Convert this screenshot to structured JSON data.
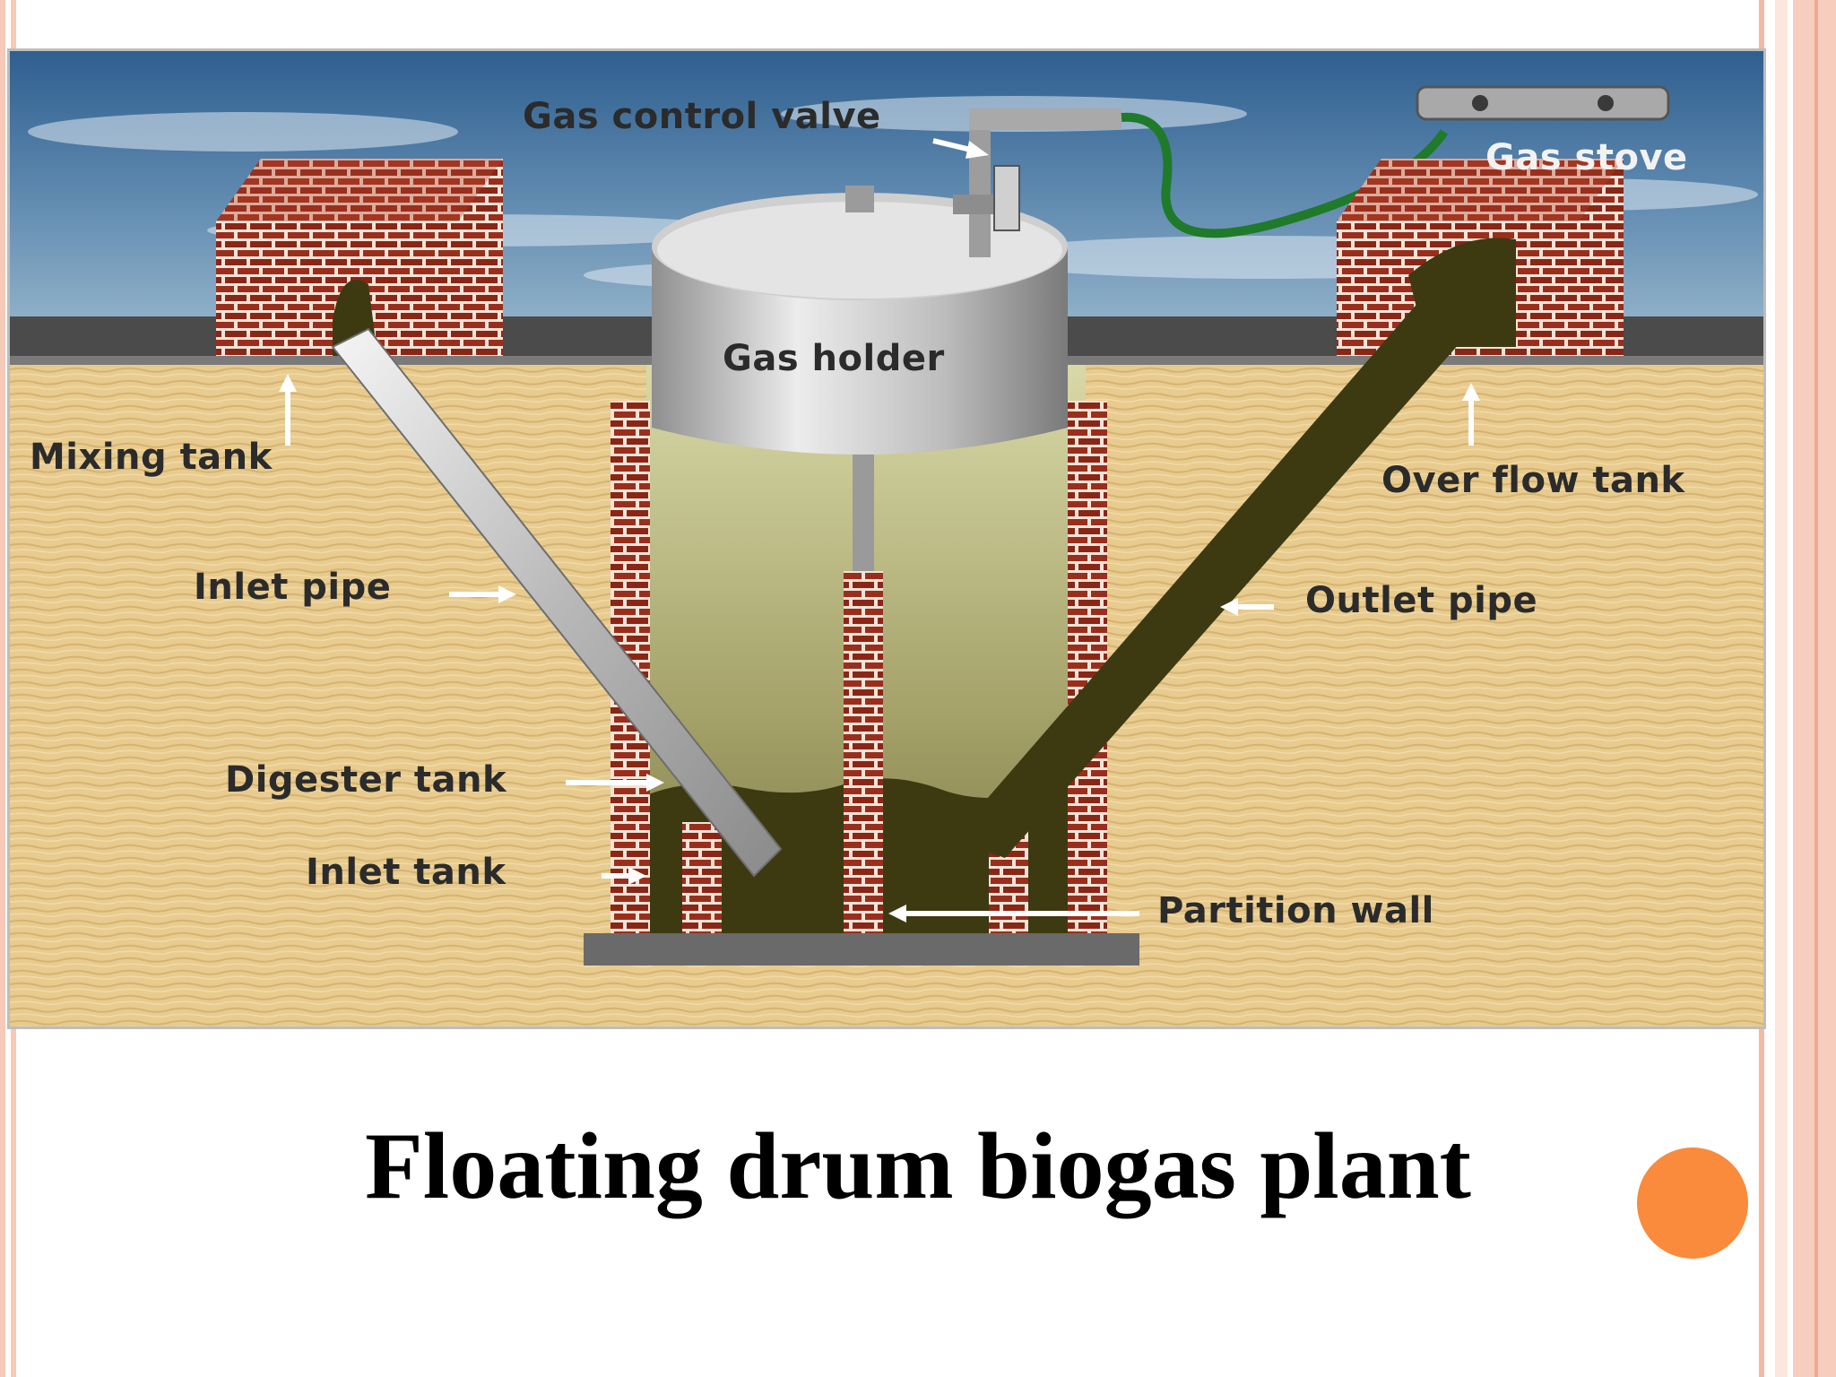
{
  "caption": "Floating drum biogas plant",
  "labels": {
    "gas_control_valve": "Gas control valve",
    "gas_stove": "Gas stove",
    "gas_holder": "Gas holder",
    "mixing_tank": "Mixing tank",
    "over_flow_tank": "Over flow tank",
    "inlet_pipe": "Inlet pipe",
    "outlet_pipe": "Outlet pipe",
    "digester_tank": "Digester tank",
    "inlet_tank": "Inlet tank",
    "partition_wall": "Partition wall"
  },
  "colors": {
    "sky": "#3e6f9e",
    "soil": "#e6c88a",
    "brick": "#8e2a1a",
    "slurry": "#3d3a12",
    "accent": "#fa8a3c"
  }
}
